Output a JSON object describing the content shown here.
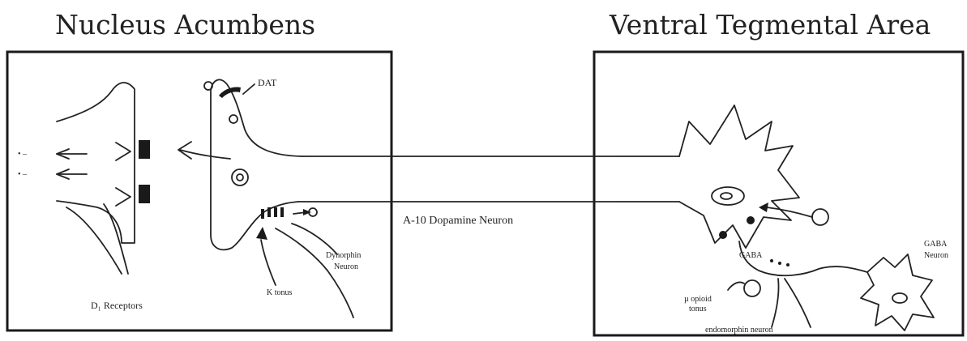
{
  "titles": {
    "left": "Nucleus Acumbens",
    "right": "Ventral Tegmental Area"
  },
  "labels": {
    "dat": "DAT",
    "d1_receptors": "D₁ Receptors",
    "kappa_tonus": "K tonus",
    "dynorphin_neuron": "Dynorphin Neuron",
    "a10_neuron": "A-10 Dopamine Neuron",
    "gaba_neuron": "GABA Neuron",
    "gaba": "GABA",
    "mu_opioid_tonus": "µ opioid tonus",
    "endomorphin_neuron": "endomorphin neuron",
    "effect_1": "• –",
    "effect_2": "• –"
  }
}
